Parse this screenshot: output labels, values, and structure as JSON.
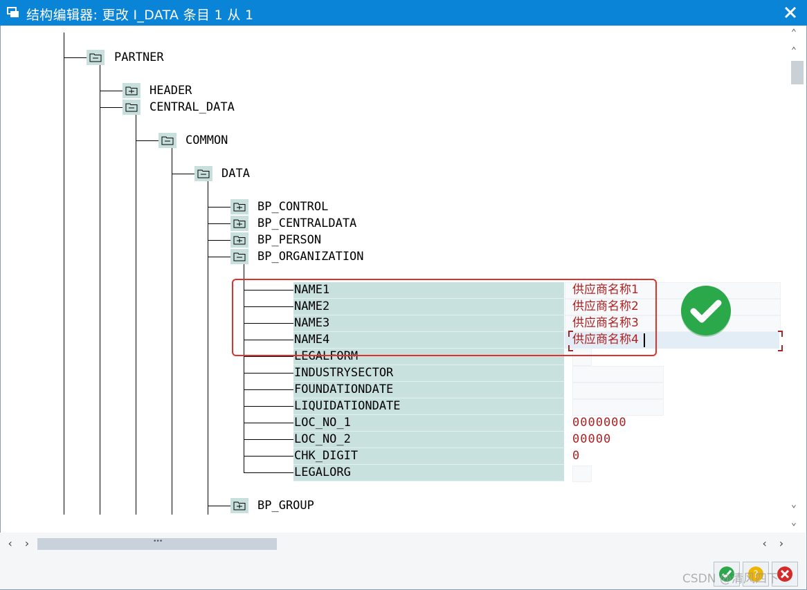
{
  "window": {
    "title": "结构编辑器: 更改 I_DATA 条目 1 从 1"
  },
  "tree": {
    "nodes": [
      {
        "label": "PARTNER",
        "state": "expanded"
      },
      {
        "label": "HEADER",
        "state": "collapsed"
      },
      {
        "label": "CENTRAL_DATA",
        "state": "expanded"
      },
      {
        "label": "COMMON",
        "state": "expanded"
      },
      {
        "label": "DATA",
        "state": "expanded"
      },
      {
        "label": "BP_CONTROL",
        "state": "collapsed"
      },
      {
        "label": "BP_CENTRALDATA",
        "state": "collapsed"
      },
      {
        "label": "BP_PERSON",
        "state": "collapsed"
      },
      {
        "label": "BP_ORGANIZATION",
        "state": "expanded"
      },
      {
        "label": "BP_GROUP",
        "state": "collapsed"
      }
    ],
    "fields": [
      {
        "name": "NAME1",
        "value": "供应商名称1"
      },
      {
        "name": "NAME2",
        "value": "供应商名称2"
      },
      {
        "name": "NAME3",
        "value": "供应商名称3"
      },
      {
        "name": "NAME4",
        "value": "供应商名称4"
      },
      {
        "name": "LEGALFORM",
        "value": ""
      },
      {
        "name": "INDUSTRYSECTOR",
        "value": ""
      },
      {
        "name": "FOUNDATIONDATE",
        "value": ""
      },
      {
        "name": "LIQUIDATIONDATE",
        "value": ""
      },
      {
        "name": "LOC_NO_1",
        "value": "0000000"
      },
      {
        "name": "LOC_NO_2",
        "value": "00000"
      },
      {
        "name": "CHK_DIGIT",
        "value": "0"
      },
      {
        "name": "LEGALORG",
        "value": ""
      }
    ]
  },
  "colors": {
    "titlebar": "#0a84d6",
    "folder_bg": "#c7dfdd",
    "field_label_bg": "#c8e1df",
    "field_value_text": "#b02020",
    "highlight_border": "#e0302a",
    "confirm_green": "#2aa84a"
  },
  "watermark": "CSDN @清风四下"
}
